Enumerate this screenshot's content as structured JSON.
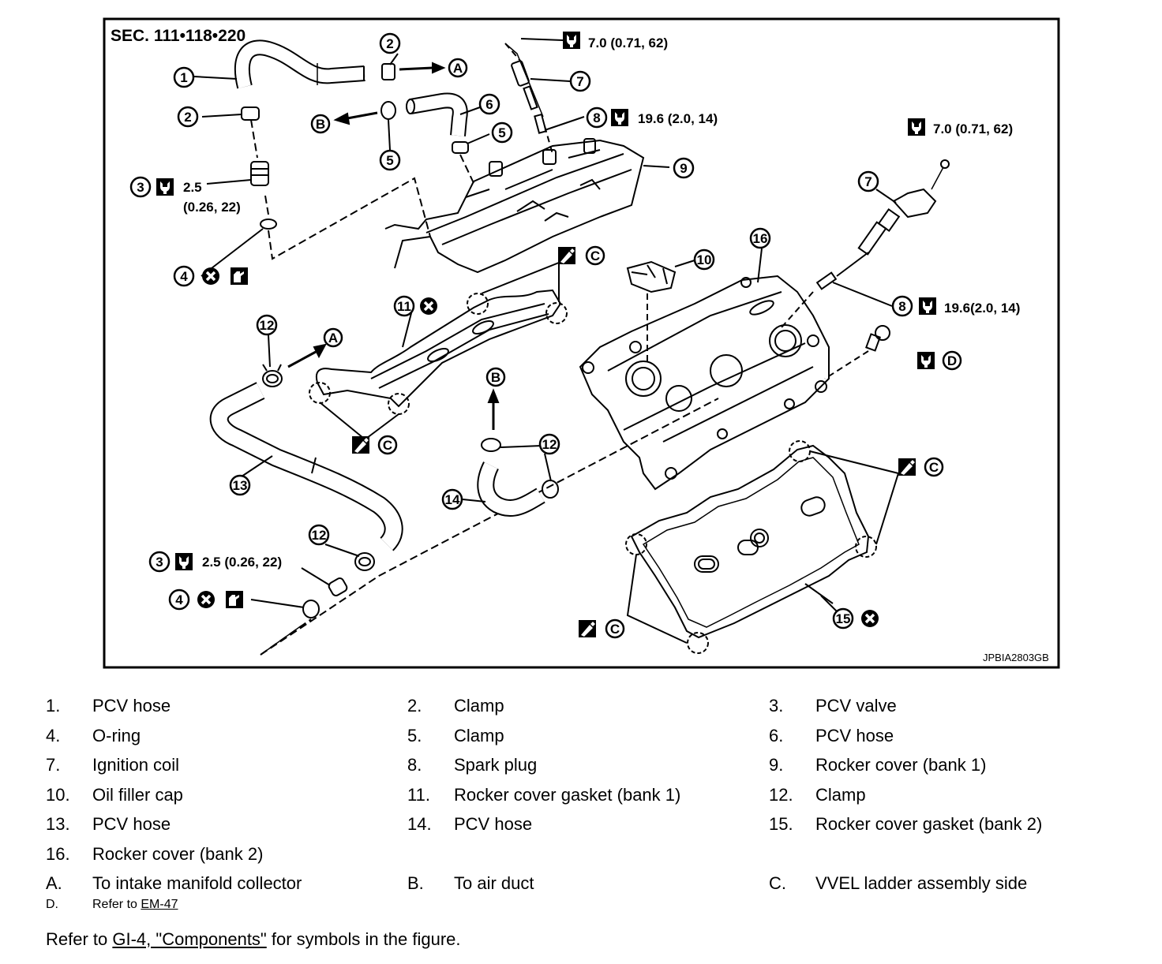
{
  "figure": {
    "section": "SEC. 111•118•220",
    "code": "JPBIA2803GB",
    "callouts": {
      "n1": "1",
      "n2": "2",
      "n3": "3",
      "n4": "4",
      "n5": "5",
      "n6": "6",
      "n7": "7",
      "n8": "8",
      "n9": "9",
      "n10": "10",
      "n11": "11",
      "n12": "12",
      "n13": "13",
      "n14": "14",
      "n15": "15",
      "n16": "16",
      "A": "A",
      "B": "B",
      "C": "C",
      "D": "D"
    },
    "torques": {
      "coil_bolt": "7.0 (0.71, 62)",
      "plug_bank1": "19.6 (2.0, 14)",
      "plug_bank2": "19.6(2.0, 14)",
      "valve_upper_a": "2.5",
      "valve_upper_b": "(0.26, 22)",
      "valve_lower": "2.5 (0.26, 22)"
    },
    "icons": [
      "torque-wrench-icon",
      "do-not-reuse-icon",
      "apply-oil-icon",
      "apply-sealant-icon"
    ]
  },
  "legend": {
    "rows": [
      [
        {
          "k": "1.",
          "v": "PCV hose"
        },
        {
          "k": "2.",
          "v": "Clamp"
        },
        {
          "k": "3.",
          "v": "PCV valve"
        }
      ],
      [
        {
          "k": "4.",
          "v": "O-ring"
        },
        {
          "k": "5.",
          "v": "Clamp"
        },
        {
          "k": "6.",
          "v": "PCV hose"
        }
      ],
      [
        {
          "k": "7.",
          "v": "Ignition coil"
        },
        {
          "k": "8.",
          "v": "Spark plug"
        },
        {
          "k": "9.",
          "v": "Rocker cover (bank 1)"
        }
      ],
      [
        {
          "k": "10.",
          "v": "Oil filler cap"
        },
        {
          "k": "11.",
          "v": "Rocker cover gasket (bank 1)"
        },
        {
          "k": "12.",
          "v": "Clamp"
        }
      ],
      [
        {
          "k": "13.",
          "v": "PCV hose"
        },
        {
          "k": "14.",
          "v": "PCV hose"
        },
        {
          "k": "15.",
          "v": "Rocker cover gasket (bank 2)"
        }
      ],
      [
        {
          "k": "16.",
          "v": "Rocker cover (bank 2)"
        },
        {
          "k": "",
          "v": ""
        },
        {
          "k": "",
          "v": ""
        }
      ],
      [
        {
          "k": "A.",
          "v": "To intake manifold collector"
        },
        {
          "k": "B.",
          "v": "To air duct"
        },
        {
          "k": "C.",
          "v": "VVEL ladder assembly side"
        }
      ]
    ],
    "refer_d_key": "D.",
    "refer_d_text": "Refer to ",
    "refer_d_link": "EM-47"
  },
  "footer": {
    "prefix": "Refer to ",
    "link": "GI-4, \"Components\"",
    "suffix": " for symbols in the figure."
  }
}
